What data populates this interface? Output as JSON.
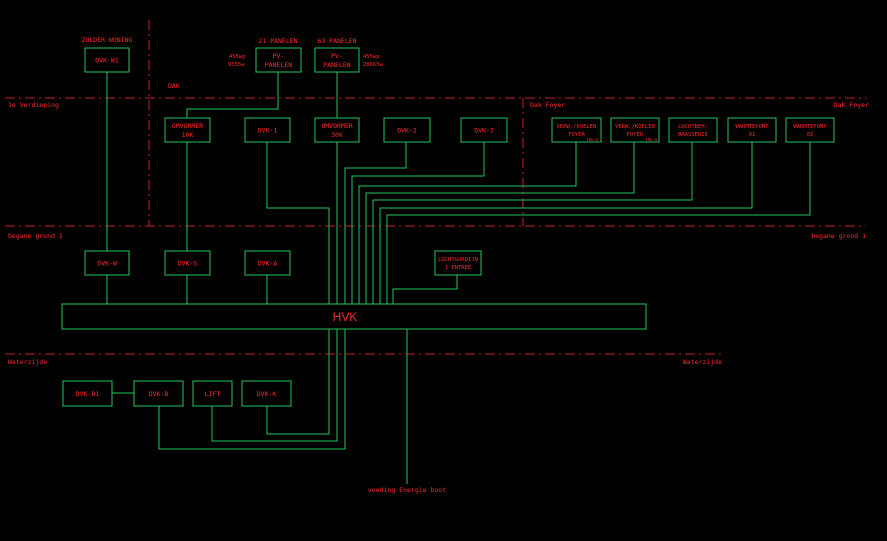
{
  "levels": {
    "dak": "DAK",
    "verdieping_left": "1e Verdieping",
    "dak_foyer_left": "Dak Foyer",
    "dak_foyer_right": "Dak Foyer",
    "begane_grond_left": "begane grond 1",
    "begane_grond_right": "begane grond 1",
    "waterzijde_left": "Waterzijde",
    "waterzijde_right": "Waterzijde"
  },
  "notes": {
    "zolder_woning": "ZOLDER WONING",
    "panelen_21": "21 PANELEN",
    "panelen_63": "63 PANELEN",
    "wp_left_1": "455wp",
    "wp_left_2": "9555w",
    "wp_right_1": "455wp",
    "wp_right_2": "28665w",
    "foyer_tag_1": "Hm-a",
    "foyer_tag_2": "Hm-a",
    "voeding": "voeding Energie boot"
  },
  "boxes": {
    "dvk_w1": "DVK-W1",
    "pv1_a": "PV-",
    "pv1_b": "PANELEN",
    "pv2_a": "PV-",
    "pv2_b": "PANELEN",
    "omvormer10_a": "OMVORMER",
    "omvormer10_b": "10K",
    "dvk_1": "DVK-1",
    "omvormer30_a": "OMVORMER",
    "omvormer30_b": "30K",
    "dvk_2": "DVK-2",
    "dvk_3": "DVK-3",
    "verw1_a": "VERW./KOELEN",
    "verw1_b": "FOYER",
    "verw2_a": "VERW./KOELEN",
    "verw2_b": "FOYER",
    "lucht_a": "LUCHTBEH.",
    "lucht_b": "BRASSERIE",
    "wp1_a": "WARMTEPOMP",
    "wp1_b": "01",
    "wp2_a": "WARMTEPOMP",
    "wp2_b": "02",
    "dvk_w": "DVK-W",
    "dvk_s": "DVK-S",
    "dvk_a": "DVK-A",
    "gordijn_a": "LUCHTGORDIJN",
    "gordijn_b": "1 ENTREE",
    "hvk": "HVK",
    "dvk_b1": "DVK-B1",
    "dvk_b": "DVK-B",
    "lift": "LIFT",
    "dvk_k": "DVK-K"
  },
  "colors": {
    "background": "#000000",
    "wire": "#22c55e",
    "text": "#ff2a2a"
  }
}
